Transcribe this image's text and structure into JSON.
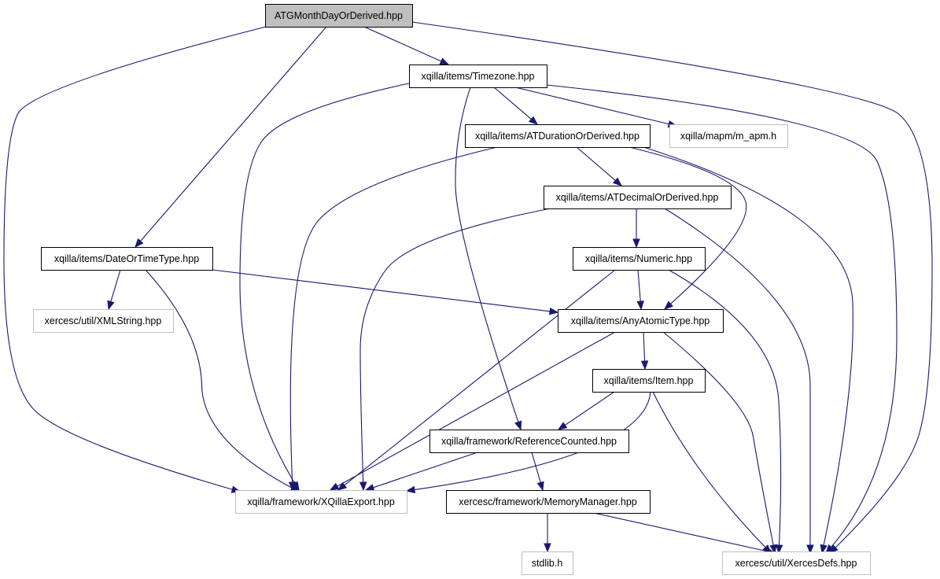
{
  "graph": {
    "colors": {
      "edge": "#191970",
      "root_fill": "#bfbfbf",
      "documented_border": "#000000",
      "external_border": "#bfbfbf"
    },
    "nodes": [
      {
        "id": "n_root",
        "label": "ATGMonthDayOrDerived.hpp",
        "kind": "root"
      },
      {
        "id": "n_timezone",
        "label": "xqilla/items/Timezone.hpp",
        "kind": "documented"
      },
      {
        "id": "n_atduration",
        "label": "xqilla/items/ATDurationOrDerived.hpp",
        "kind": "documented"
      },
      {
        "id": "n_mapm",
        "label": "xqilla/mapm/m_apm.h",
        "kind": "external"
      },
      {
        "id": "n_atdecimal",
        "label": "xqilla/items/ATDecimalOrDerived.hpp",
        "kind": "documented"
      },
      {
        "id": "n_dateortime",
        "label": "xqilla/items/DateOrTimeType.hpp",
        "kind": "documented"
      },
      {
        "id": "n_numeric",
        "label": "xqilla/items/Numeric.hpp",
        "kind": "documented"
      },
      {
        "id": "n_xmlstring",
        "label": "xercesc/util/XMLString.hpp",
        "kind": "external"
      },
      {
        "id": "n_anyatomic",
        "label": "xqilla/items/AnyAtomicType.hpp",
        "kind": "documented"
      },
      {
        "id": "n_item",
        "label": "xqilla/items/Item.hpp",
        "kind": "documented"
      },
      {
        "id": "n_refcounted",
        "label": "xqilla/framework/ReferenceCounted.hpp",
        "kind": "documented"
      },
      {
        "id": "n_xqillaexport",
        "label": "xqilla/framework/XQillaExport.hpp",
        "kind": "external"
      },
      {
        "id": "n_memmgr",
        "label": "xercesc/framework/MemoryManager.hpp",
        "kind": "documented"
      },
      {
        "id": "n_stdlib",
        "label": "stdlib.h",
        "kind": "external"
      },
      {
        "id": "n_xercesdefs",
        "label": "xercesc/util/XercesDefs.hpp",
        "kind": "external"
      }
    ],
    "edges": [
      {
        "from": "n_root",
        "to": "n_timezone"
      },
      {
        "from": "n_root",
        "to": "n_dateortime"
      },
      {
        "from": "n_root",
        "to": "n_xqillaexport"
      },
      {
        "from": "n_root",
        "to": "n_xercesdefs"
      },
      {
        "from": "n_timezone",
        "to": "n_atduration"
      },
      {
        "from": "n_timezone",
        "to": "n_mapm"
      },
      {
        "from": "n_timezone",
        "to": "n_refcounted"
      },
      {
        "from": "n_timezone",
        "to": "n_xqillaexport"
      },
      {
        "from": "n_timezone",
        "to": "n_xercesdefs"
      },
      {
        "from": "n_atduration",
        "to": "n_atdecimal"
      },
      {
        "from": "n_atduration",
        "to": "n_anyatomic"
      },
      {
        "from": "n_atduration",
        "to": "n_xqillaexport"
      },
      {
        "from": "n_atduration",
        "to": "n_xercesdefs"
      },
      {
        "from": "n_atdecimal",
        "to": "n_numeric"
      },
      {
        "from": "n_atdecimal",
        "to": "n_xqillaexport"
      },
      {
        "from": "n_atdecimal",
        "to": "n_xercesdefs"
      },
      {
        "from": "n_dateortime",
        "to": "n_xmlstring"
      },
      {
        "from": "n_dateortime",
        "to": "n_anyatomic"
      },
      {
        "from": "n_dateortime",
        "to": "n_xqillaexport"
      },
      {
        "from": "n_numeric",
        "to": "n_anyatomic"
      },
      {
        "from": "n_numeric",
        "to": "n_xqillaexport"
      },
      {
        "from": "n_numeric",
        "to": "n_xercesdefs"
      },
      {
        "from": "n_anyatomic",
        "to": "n_item"
      },
      {
        "from": "n_anyatomic",
        "to": "n_xqillaexport"
      },
      {
        "from": "n_anyatomic",
        "to": "n_xercesdefs"
      },
      {
        "from": "n_item",
        "to": "n_refcounted"
      },
      {
        "from": "n_item",
        "to": "n_xqillaexport"
      },
      {
        "from": "n_item",
        "to": "n_xercesdefs"
      },
      {
        "from": "n_refcounted",
        "to": "n_memmgr"
      },
      {
        "from": "n_refcounted",
        "to": "n_xqillaexport"
      },
      {
        "from": "n_memmgr",
        "to": "n_stdlib"
      },
      {
        "from": "n_memmgr",
        "to": "n_xercesdefs"
      }
    ]
  }
}
